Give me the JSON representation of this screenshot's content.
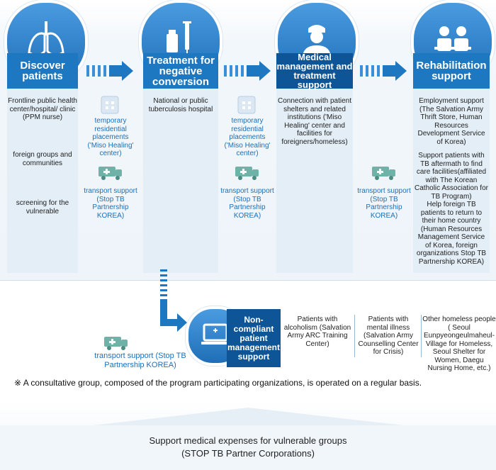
{
  "stages": [
    {
      "label": "Discover patients"
    },
    {
      "label": "Treatment for negative conversion"
    },
    {
      "label": "Medical management and treatment support"
    },
    {
      "label": "Rehabilitation support"
    }
  ],
  "discover": {
    "item1": "Frontline public health center/hospital/ clinic (PPM nurse)",
    "item2": "foreign groups and communities",
    "item3": "screening for the vulnerable"
  },
  "treatment": {
    "text": "National or public tuberculosis hospital"
  },
  "medical": {
    "text": "Connection with patient shelters and related institutions ('Miso Healing' center and facilities for foreigners/homeless)"
  },
  "rehab": {
    "item1": "Employment support (The Salvation Army Thrift Store, Human Resources Development Service of Korea)",
    "item2": "Support patients with TB aftermath to find care facilities(affiliated with The Korean Catholic Association for TB Program)",
    "item3": "Help foreign TB patients to return to their home country (Human Resources Management Service of Korea, foreign organizations Stop TB Partnership KOREA)"
  },
  "connectors": {
    "temporary_placement": "temporary residential placements ('Miso Healing' center)",
    "transport": "transport support (Stop TB Partnership KOREA)"
  },
  "noncompliant": {
    "label": "Non-compliant patient management support",
    "transport": "transport support (Stop TB Partnership KOREA)",
    "groups": [
      "Patients with alcoholism (Salvation Army ARC Training Center)",
      "Patients with mental illness (Salvation Army Counselling Center for Crisis)",
      "Other homeless people ( Seoul Eunpyeongeulmaheul-Village for Homeless, Seoul Shelter for Women, Daegu Nursing Home, etc.)"
    ]
  },
  "note": "※ A consultative group, composed of the program participating organizations, is operated on a regular basis.",
  "footer": {
    "line1": "Support medical expenses for vulnerable groups",
    "line2": "(STOP TB Partner Corporations)"
  },
  "colors": {
    "stage_blue": "#1e78c1",
    "stage_dark": "#0d5597",
    "accent_text": "#1d6fb8"
  }
}
